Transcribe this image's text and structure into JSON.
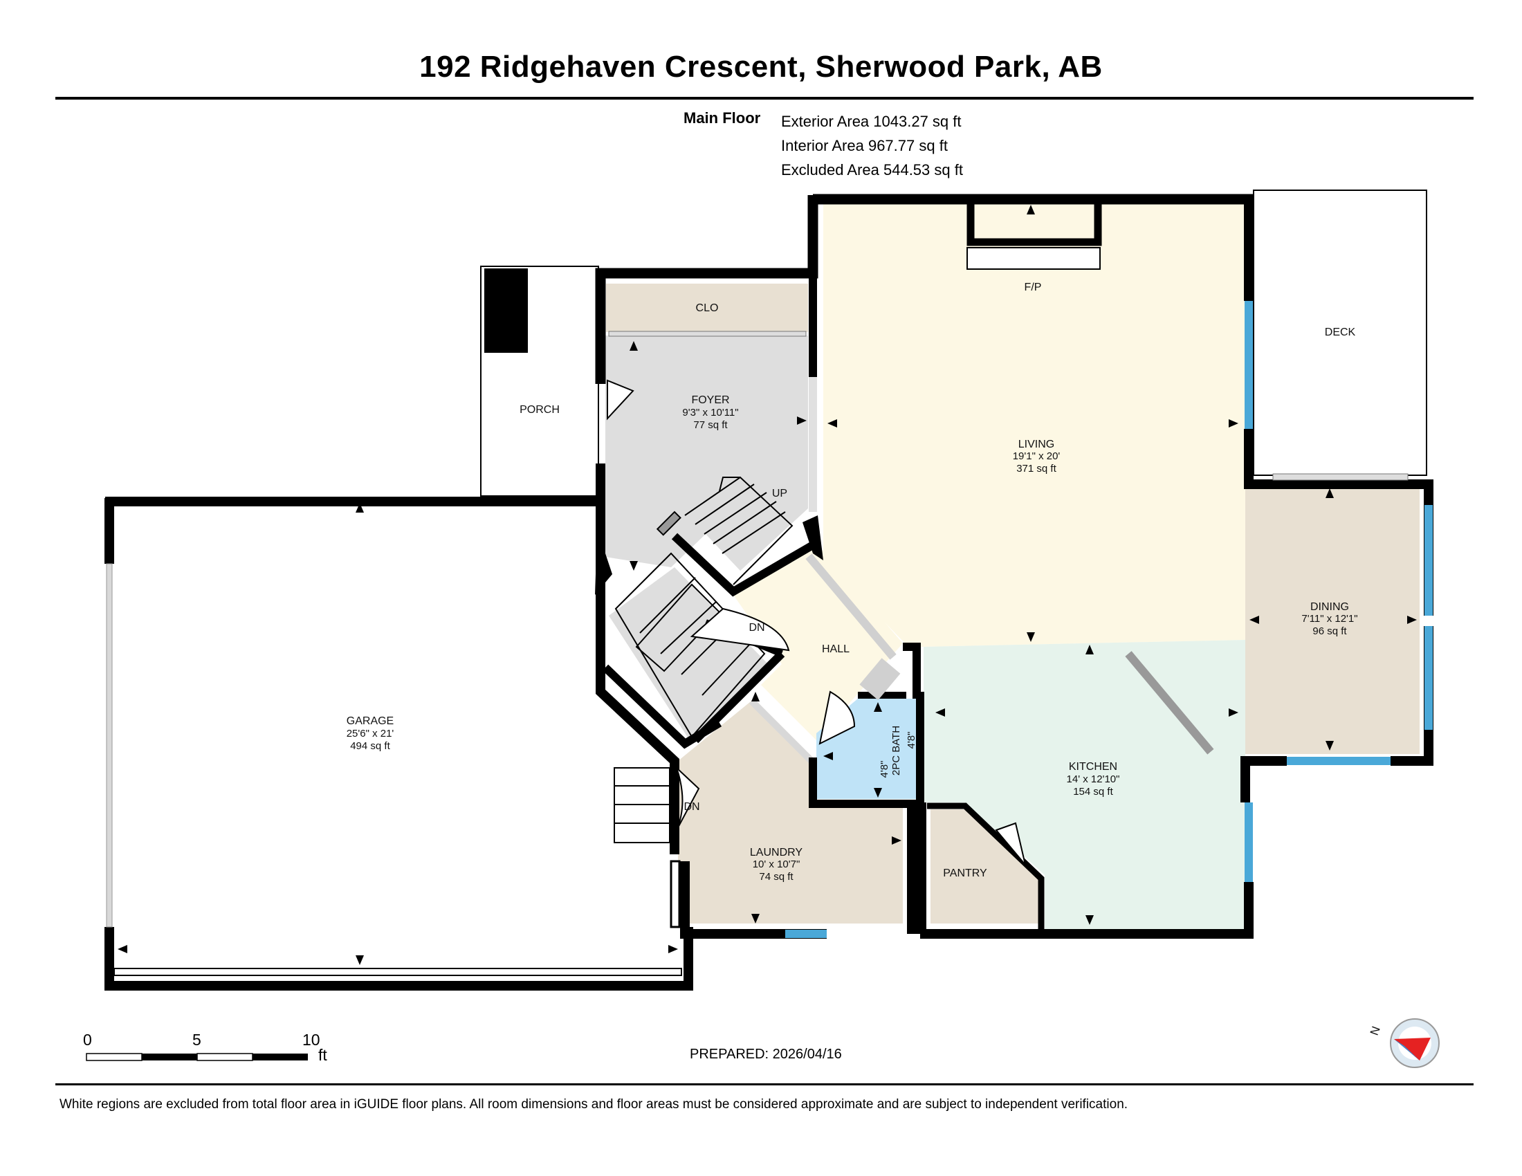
{
  "header": {
    "title": "192 Ridgehaven Crescent, Sherwood Park, AB",
    "floor_label": "Main Floor",
    "exterior_area": "Exterior Area 1043.27 sq ft",
    "interior_area": "Interior Area 967.77 sq ft",
    "excluded_area": "Excluded Area 544.53 sq ft"
  },
  "rooms": {
    "clo": {
      "name": "CLO"
    },
    "foyer": {
      "name": "FOYER",
      "dims": "9'3\" x 10'11\"",
      "area": "77 sq ft"
    },
    "porch": {
      "name": "PORCH"
    },
    "living": {
      "name": "LIVING",
      "dims": "19'1\" x 20'",
      "area": "371 sq ft"
    },
    "fp": {
      "name": "F/P"
    },
    "deck": {
      "name": "DECK"
    },
    "dining": {
      "name": "DINING",
      "dims": "7'11\" x 12'1\"",
      "area": "96 sq ft"
    },
    "hall": {
      "name": "HALL"
    },
    "bath": {
      "name": "2PC BATH",
      "dims_a": "4'8\"",
      "dims_b": "4'8\""
    },
    "kitchen": {
      "name": "KITCHEN",
      "dims": "14' x 12'10\"",
      "area": "154 sq ft"
    },
    "pantry": {
      "name": "PANTRY"
    },
    "laundry": {
      "name": "LAUNDRY",
      "dims": "10' x 10'7\"",
      "area": "74 sq ft"
    },
    "garage": {
      "name": "GARAGE",
      "dims": "25'6\" x 21'",
      "area": "494 sq ft"
    }
  },
  "stairs": {
    "up": "UP",
    "dn_hall": "DN",
    "dn_laundry": "DN"
  },
  "scale": {
    "ticks": [
      "0",
      "5",
      "10"
    ],
    "unit": "ft"
  },
  "compass": {
    "north": "N"
  },
  "prepared": "PREPARED: 2026/04/16",
  "footer": "White regions are excluded from total floor area in iGUIDE floor plans. All room dimensions and floor areas must be considered approximate and are subject to independent verification.",
  "colors": {
    "wall": "#000000",
    "living": "#fdf8e4",
    "kitchen": "#e6f3ec",
    "foyer": "#dedede",
    "beige": "#e8e0d2",
    "bath": "#bfe3f7",
    "window": "#4aa8d8"
  }
}
